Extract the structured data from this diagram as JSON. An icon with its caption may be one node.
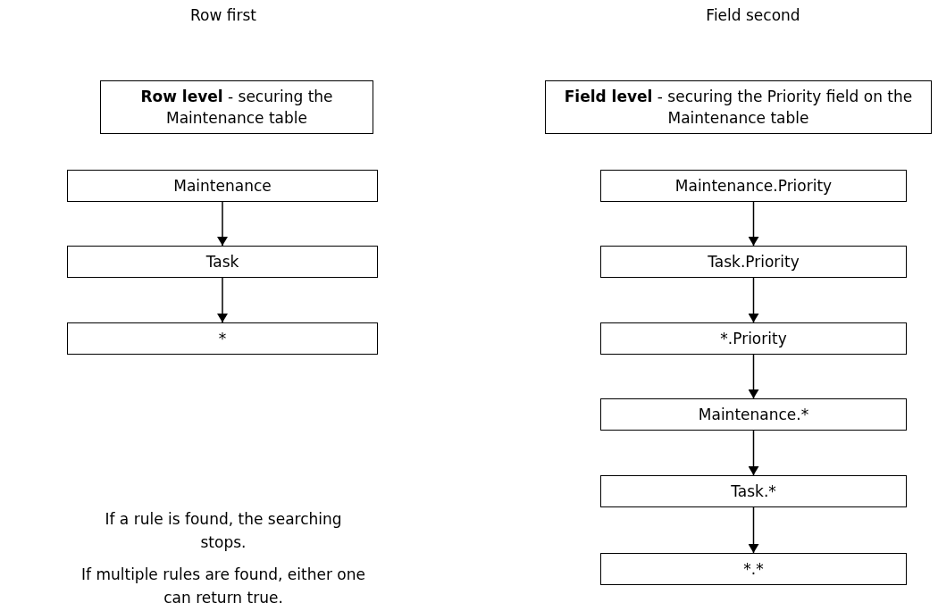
{
  "diagram": {
    "nodes": [
      {
        "text": [
          "**Row level** - securing the Maintenance table"
        ]
      },
      {
        "text": [
          "Maintenance"
        ]
      },
      {
        "text": [
          "Task"
        ]
      },
      {
        "text": [
          "*"
        ]
      },
      {
        "text": [
          "**Field level** - securing the Priority field on the Maintenance table"
        ]
      },
      {
        "text": [
          "Maintenance.Priority"
        ]
      },
      {
        "text": [
          "Task.Priority"
        ]
      },
      {
        "text": [
          "*.Priority"
        ]
      },
      {
        "text": [
          "Maintenance.*"
        ]
      },
      {
        "text": [
          "Task.*"
        ]
      },
      {
        "text": [
          "*.*"
        ]
      }
    ],
    "edges": [
      {
        "from": 1,
        "to": 2,
        "arrow": "to"
      },
      {
        "from": 2,
        "to": 3,
        "arrow": "to"
      },
      {
        "from": 5,
        "to": 6,
        "arrow": "to"
      },
      {
        "from": 6,
        "to": 7,
        "arrow": "to"
      },
      {
        "from": 7,
        "to": 8,
        "arrow": "to"
      },
      {
        "from": 8,
        "to": 9,
        "arrow": "to"
      },
      {
        "from": 9,
        "to": 10,
        "arrow": "to"
      }
    ],
    "labels": [
      "Row first",
      "Field second",
      "If a rule is found, the searching stops.",
      "If multiple rules are found, either one can return true."
    ]
  }
}
